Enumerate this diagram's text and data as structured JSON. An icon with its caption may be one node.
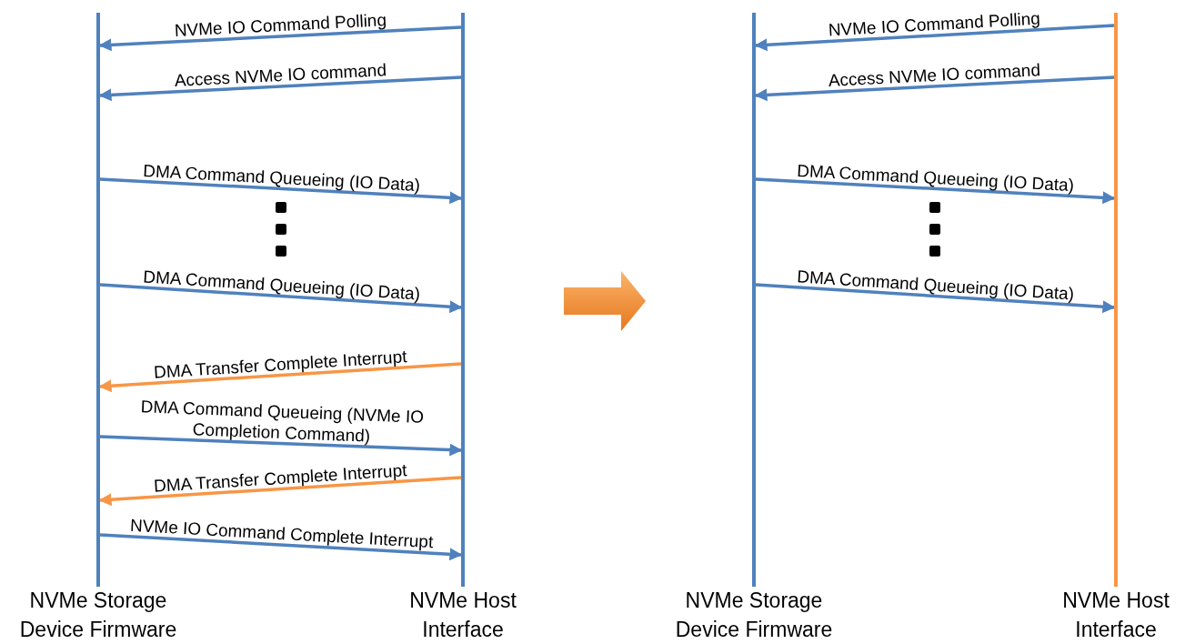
{
  "diagram": {
    "nodes": [
      {
        "text": [
          "NVMe Storage Device Firmware"
        ]
      },
      {
        "text": [
          "NVMe Host Interface"
        ]
      },
      {
        "text": [
          "NVMe Storage Device Firmware"
        ]
      },
      {
        "text": [
          "NVMe Host Interface"
        ]
      }
    ],
    "edges": [
      {
        "from": 1,
        "to": 0,
        "arrow": "to",
        "label": "NVMe IO Command Polling"
      },
      {
        "from": 1,
        "to": 0,
        "arrow": "to",
        "label": "Access NVMe IO command"
      },
      {
        "from": 0,
        "to": 1,
        "arrow": "to",
        "label": "DMA Command Queueing (IO Data)"
      },
      {
        "from": 0,
        "to": 1,
        "arrow": "to",
        "label": "DMA Command Queueing (IO Data)"
      },
      {
        "from": 1,
        "to": 0,
        "arrow": "to",
        "label": "DMA Transfer Complete Interrupt",
        "color": "#f79646"
      },
      {
        "from": 0,
        "to": 1,
        "arrow": "to",
        "label": "DMA Command Queueing (NVMe IO Completion Command)"
      },
      {
        "from": 1,
        "to": 0,
        "arrow": "to",
        "label": "DMA Transfer Complete Interrupt",
        "color": "#f79646"
      },
      {
        "from": 0,
        "to": 1,
        "arrow": "to",
        "label": "NVMe IO Command Complete Interrupt"
      },
      {
        "from": 3,
        "to": 2,
        "arrow": "to",
        "label": "NVMe IO Command Polling"
      },
      {
        "from": 3,
        "to": 2,
        "arrow": "to",
        "label": "Access NVMe IO command"
      },
      {
        "from": 2,
        "to": 3,
        "arrow": "to",
        "label": "DMA Command Queueing (IO Data)"
      },
      {
        "from": 2,
        "to": 3,
        "arrow": "to",
        "label": "DMA Command Queueing (IO Data)"
      }
    ]
  }
}
